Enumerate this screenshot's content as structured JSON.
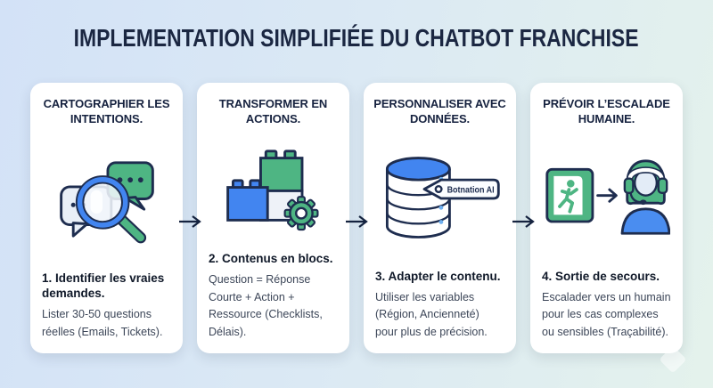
{
  "title": "IMPLEMENTATION SIMPLIFIÉE DU CHATBOT FRANCHISE",
  "colors": {
    "background_blue": "#d3e2f7",
    "background_mint": "#e4f2ec",
    "title_text": "#1b2742",
    "card_background": "#ffffff",
    "accent_green": "#4eb583",
    "accent_blue": "#4285f0",
    "outline_navy": "#1e2d4f",
    "body_text": "#3c4658"
  },
  "cards": [
    {
      "title": "CARTOGRAPHIER LES INTENTIONS.",
      "icon": "chat-bubbles-magnifier-icon",
      "subtitle": "1. Identifier les vraies demandes.",
      "body": "Lister 30-50 questions réelles (Emails, Tickets)."
    },
    {
      "title": "TRANSFORMER EN ACTIONS.",
      "icon": "building-blocks-gear-icon",
      "subtitle": "2. Contenus en blocs.",
      "body": "Question = Réponse Courte + Action + Ressource (Checklists, Délais)."
    },
    {
      "title": "PERSONNALISER AVEC DONNÉES.",
      "icon": "database-tag-icon",
      "tag_label": "Botnation AI",
      "subtitle": "3. Adapter le contenu.",
      "body": "Utiliser les variables (Région, Ancienneté) pour plus de précision."
    },
    {
      "title": "PRÉVOIR L’ESCALADE HUMAINE.",
      "icon": "exit-sign-support-agent-icon",
      "subtitle": "4. Sortie de secours.",
      "body": "Escalader vers un humain pour les cas complexes ou sensibles (Traçabilité)."
    }
  ]
}
